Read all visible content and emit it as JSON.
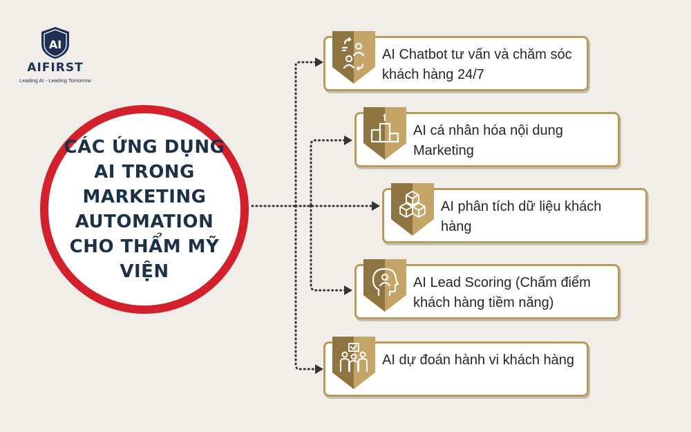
{
  "logo": {
    "mark_text": "AI",
    "brand": "AIFIRST",
    "tagline": "Leading AI - Leading Tomorrow",
    "color": "#1f2f55"
  },
  "center": {
    "title": "CÁC ỨNG DỤNG AI TRONG MARKETING AUTOMATION CHO THẨM MỸ VIỆN",
    "border_color": "#d3202d",
    "text_color": "#1d3146"
  },
  "items": [
    {
      "label": "AI Chatbot tư vấn và chăm sóc khách hàng 24/7",
      "icon": "chatbot-support-icon"
    },
    {
      "label": "AI cá nhân hóa nội dung Marketing",
      "icon": "podium-ranking-icon"
    },
    {
      "label": "AI phân tích dữ liệu khách hàng",
      "icon": "data-cubes-icon"
    },
    {
      "label": "AI Lead Scoring (Chấm điểm khách hàng tiềm năng)",
      "icon": "head-person-icon"
    },
    {
      "label": "AI dự đoán hành vi khách hàng",
      "icon": "team-behavior-icon"
    }
  ],
  "colors": {
    "background": "#f1ede8",
    "card_border": "#b99a5b",
    "badge_light": "#c4a467",
    "badge_dark": "#8e7440",
    "connector": "#333333"
  }
}
